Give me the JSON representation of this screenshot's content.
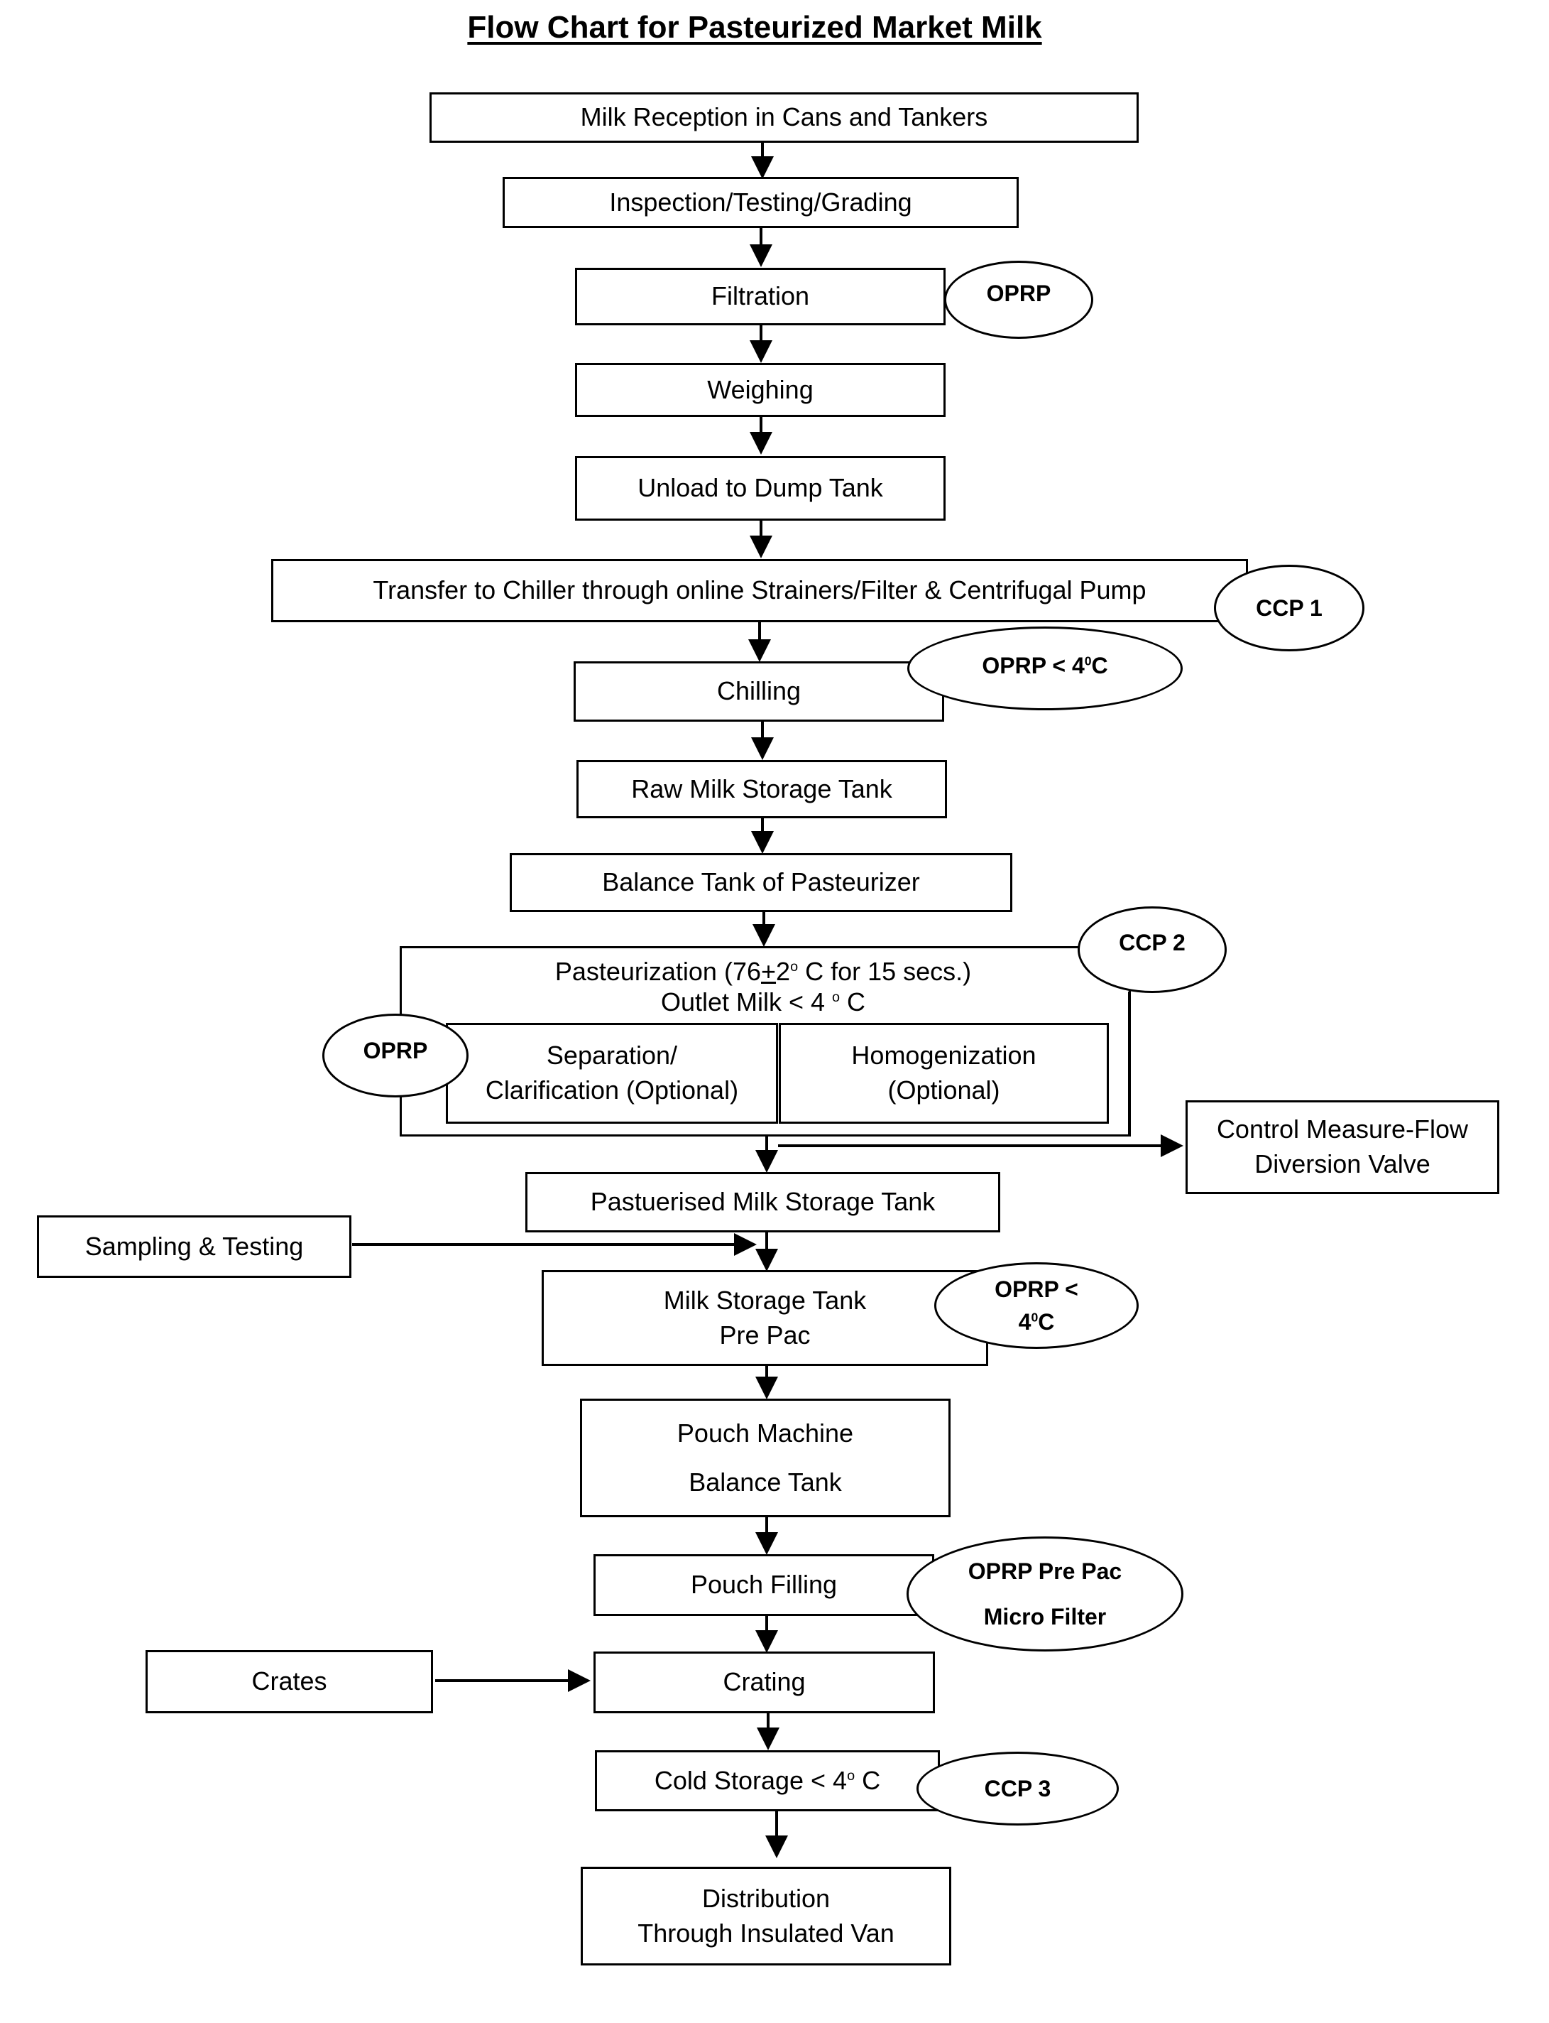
{
  "title": "Flow Chart for Pasteurized Market Milk",
  "steps": {
    "reception": "Milk Reception in Cans and Tankers",
    "inspection": "Inspection/Testing/Grading",
    "filtration": "Filtration",
    "weighing": "Weighing",
    "unload": "Unload to Dump Tank",
    "transfer": "Transfer to Chiller through online Strainers/Filter & Centrifugal Pump",
    "chilling": "Chilling",
    "raw_storage": "Raw Milk Storage Tank",
    "balance_tank": "Balance Tank of Pasteurizer",
    "pasteurization_line1_pre": "Pasteurization (76",
    "pasteurization_pm": "+",
    "pasteurization_line1_num": "2",
    "pasteurization_deg": "o",
    "pasteurization_line1_post": " C for 15 secs.)",
    "pasteurization_line2_pre": "Outlet Milk < 4 ",
    "pasteurization_line2_deg": "o",
    "pasteurization_line2_post": " C",
    "separation_line1": "Separation/",
    "separation_line2": "Clarification (Optional)",
    "homogenization_line1": "Homogenization",
    "homogenization_line2": "(Optional)",
    "control_line1": "Control Measure-Flow",
    "control_line2": "Diversion Valve",
    "pasteurised_storage": "Pastuerised Milk Storage Tank",
    "sampling": "Sampling & Testing",
    "prepac_line1": "Milk Storage Tank",
    "prepac_line2": "Pre Pac",
    "pouch_machine_line1": "Pouch Machine",
    "pouch_machine_line2": "Balance Tank",
    "pouch_filling": "Pouch Filling",
    "crates": "Crates",
    "crating": "Crating",
    "cold_storage_pre": "Cold Storage < 4",
    "cold_storage_deg": "o",
    "cold_storage_post": " C",
    "distribution_line1": "Distribution",
    "distribution_line2": "Through Insulated Van"
  },
  "control_points": {
    "oprp_filtration": "OPRP",
    "ccp1": "CCP 1",
    "oprp_chilling_pre": "OPRP < 4",
    "oprp_chilling_deg": "0",
    "oprp_chilling_post": "C",
    "ccp2": "CCP 2",
    "oprp_separation": "OPRP",
    "oprp_prepac_line1": "OPRP <",
    "oprp_prepac_line2_pre": "4",
    "oprp_prepac_line2_deg": "0",
    "oprp_prepac_line2_post": "C",
    "oprp_filter_line1": "OPRP Pre Pac",
    "oprp_filter_line2": "Micro Filter",
    "ccp3": "CCP 3"
  }
}
